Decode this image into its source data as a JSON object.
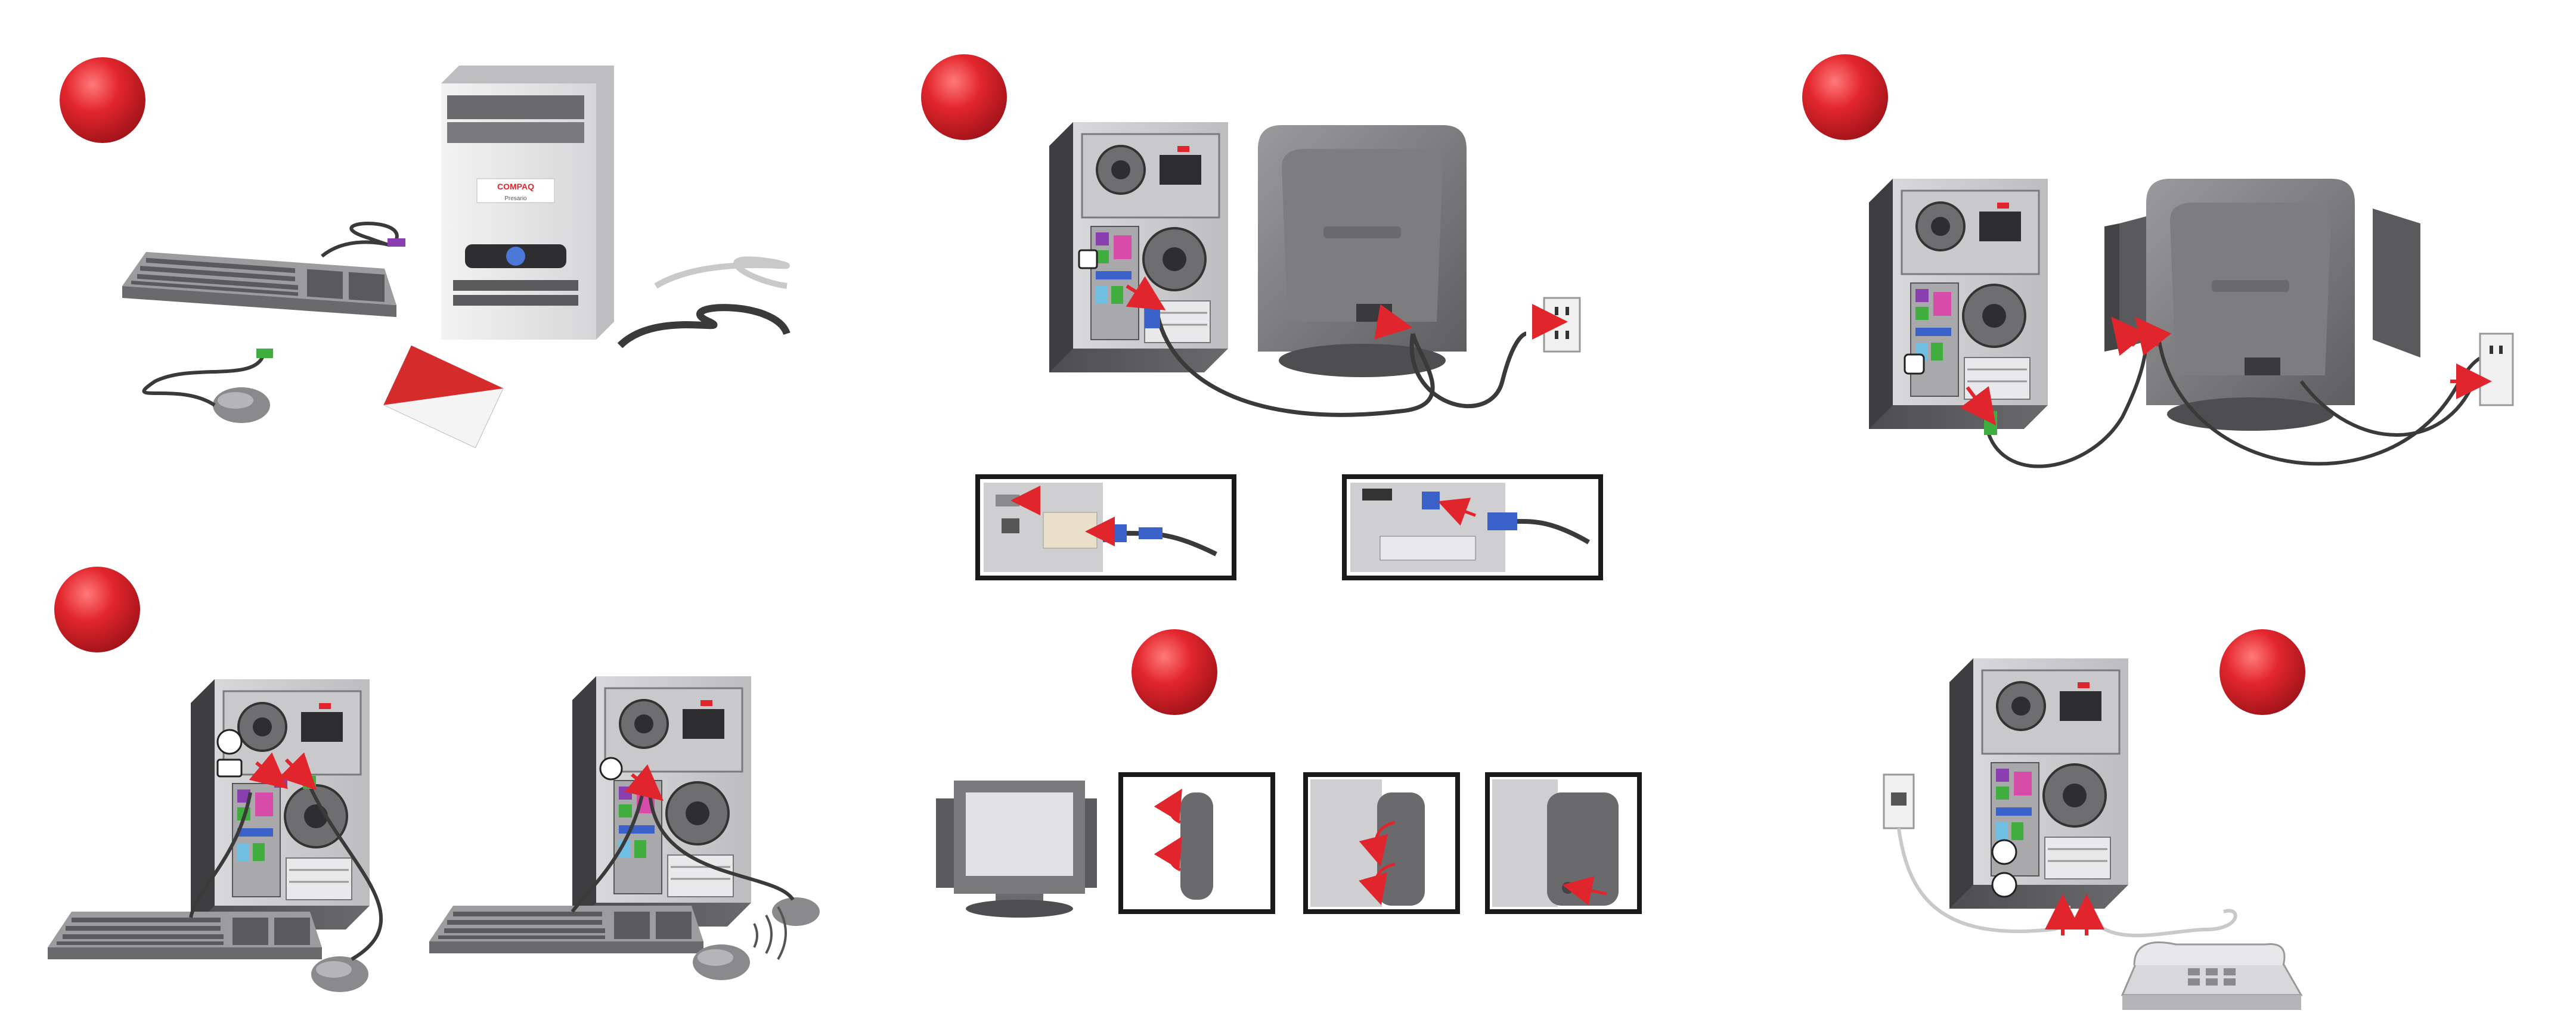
{
  "document": {
    "brand_label": "COMPAQ",
    "model_label": "Presario"
  },
  "steps": [
    {
      "id": "unpack",
      "marker": "red-circle"
    },
    {
      "id": "connect-monitor",
      "marker": "red-circle"
    },
    {
      "id": "connect-power",
      "marker": "red-circle"
    },
    {
      "id": "connect-keyboard-mouse",
      "marker": "red-circle"
    },
    {
      "id": "attach-speakers",
      "marker": "red-circle"
    },
    {
      "id": "connect-modem-phone",
      "marker": "red-circle"
    }
  ],
  "colors": {
    "marker": "#e0262c",
    "tower": "#5a5a5c",
    "tower_light": "#8a8a8c",
    "cable": "#3a3a3a",
    "arrow": "#e0262c",
    "vga": "#3a62c8",
    "ps2_purple": "#8a3fb0",
    "ps2_green": "#3fae3f",
    "manual": "#d62b2b"
  },
  "icons": [
    "monitor-port-icon",
    "power-plug-icon",
    "keyboard-port-icon",
    "mouse-port-icon",
    "usb-icon",
    "phone-jack-icon",
    "modem-line-icon",
    "speaker-out-icon"
  ]
}
